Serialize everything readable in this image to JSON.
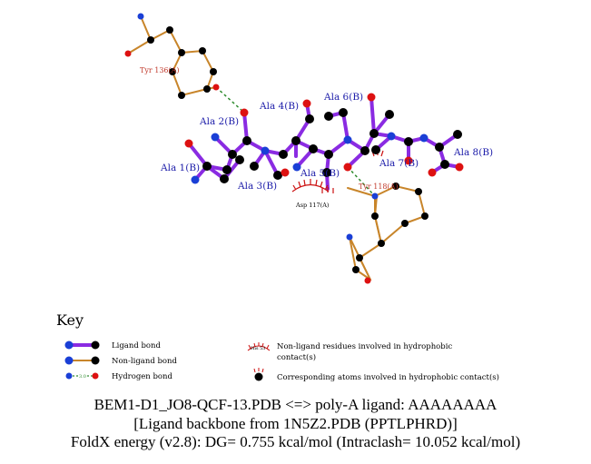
{
  "residues": {
    "ala1": "Ala 1(B)",
    "ala2": "Ala 2(B)",
    "ala3": "Ala 3(B)",
    "ala4": "Ala 4(B)",
    "ala5": "Ala 5(B)",
    "ala6": "Ala 6(B)",
    "ala7": "Ala 7(B)",
    "ala8": "Ala 8(B)",
    "tyr136": "Tyr 136(A)",
    "tyr118": "Tyr 118(A)",
    "asp117": "Asp 117(A)"
  },
  "key": {
    "title": "Key",
    "ligand_bond": "Ligand bond",
    "nonligand_bond": "Non-ligand bond",
    "hydrogen_bond": "Hydrogen bond",
    "hbond_distance": "3.0",
    "hydrophobic_example": "His 53",
    "hydrophobic_residues_line1": "Non-ligand residues involved in hydrophobic",
    "hydrophobic_residues_line2": "contact(s)",
    "hydrophobic_atoms": "Corresponding atoms involved in hydrophobic contact(s)"
  },
  "caption": {
    "line1": "BEM1-D1_JO8-QCF-13.PDB <=> poly-A ligand: AAAAAAAA",
    "line2": "[Ligand backbone from 1N5Z2.PDB (PPTLPHRD)]",
    "line3": "FoldX energy (v2.8): DG= 0.755 kcal/mol (Intraclash= 10.052 kcal/mol)"
  },
  "colors": {
    "ligand_bond": "#8a2be2",
    "nonligand_bond": "#c8852a",
    "hbond": "#2e8b2e",
    "residue_label": "#1a1aa8",
    "partner_label": "#c0392b",
    "carbon": "#000000",
    "nitrogen": "#1a3fd6",
    "oxygen": "#dd1111",
    "hydrophobic": "#cc1111"
  }
}
